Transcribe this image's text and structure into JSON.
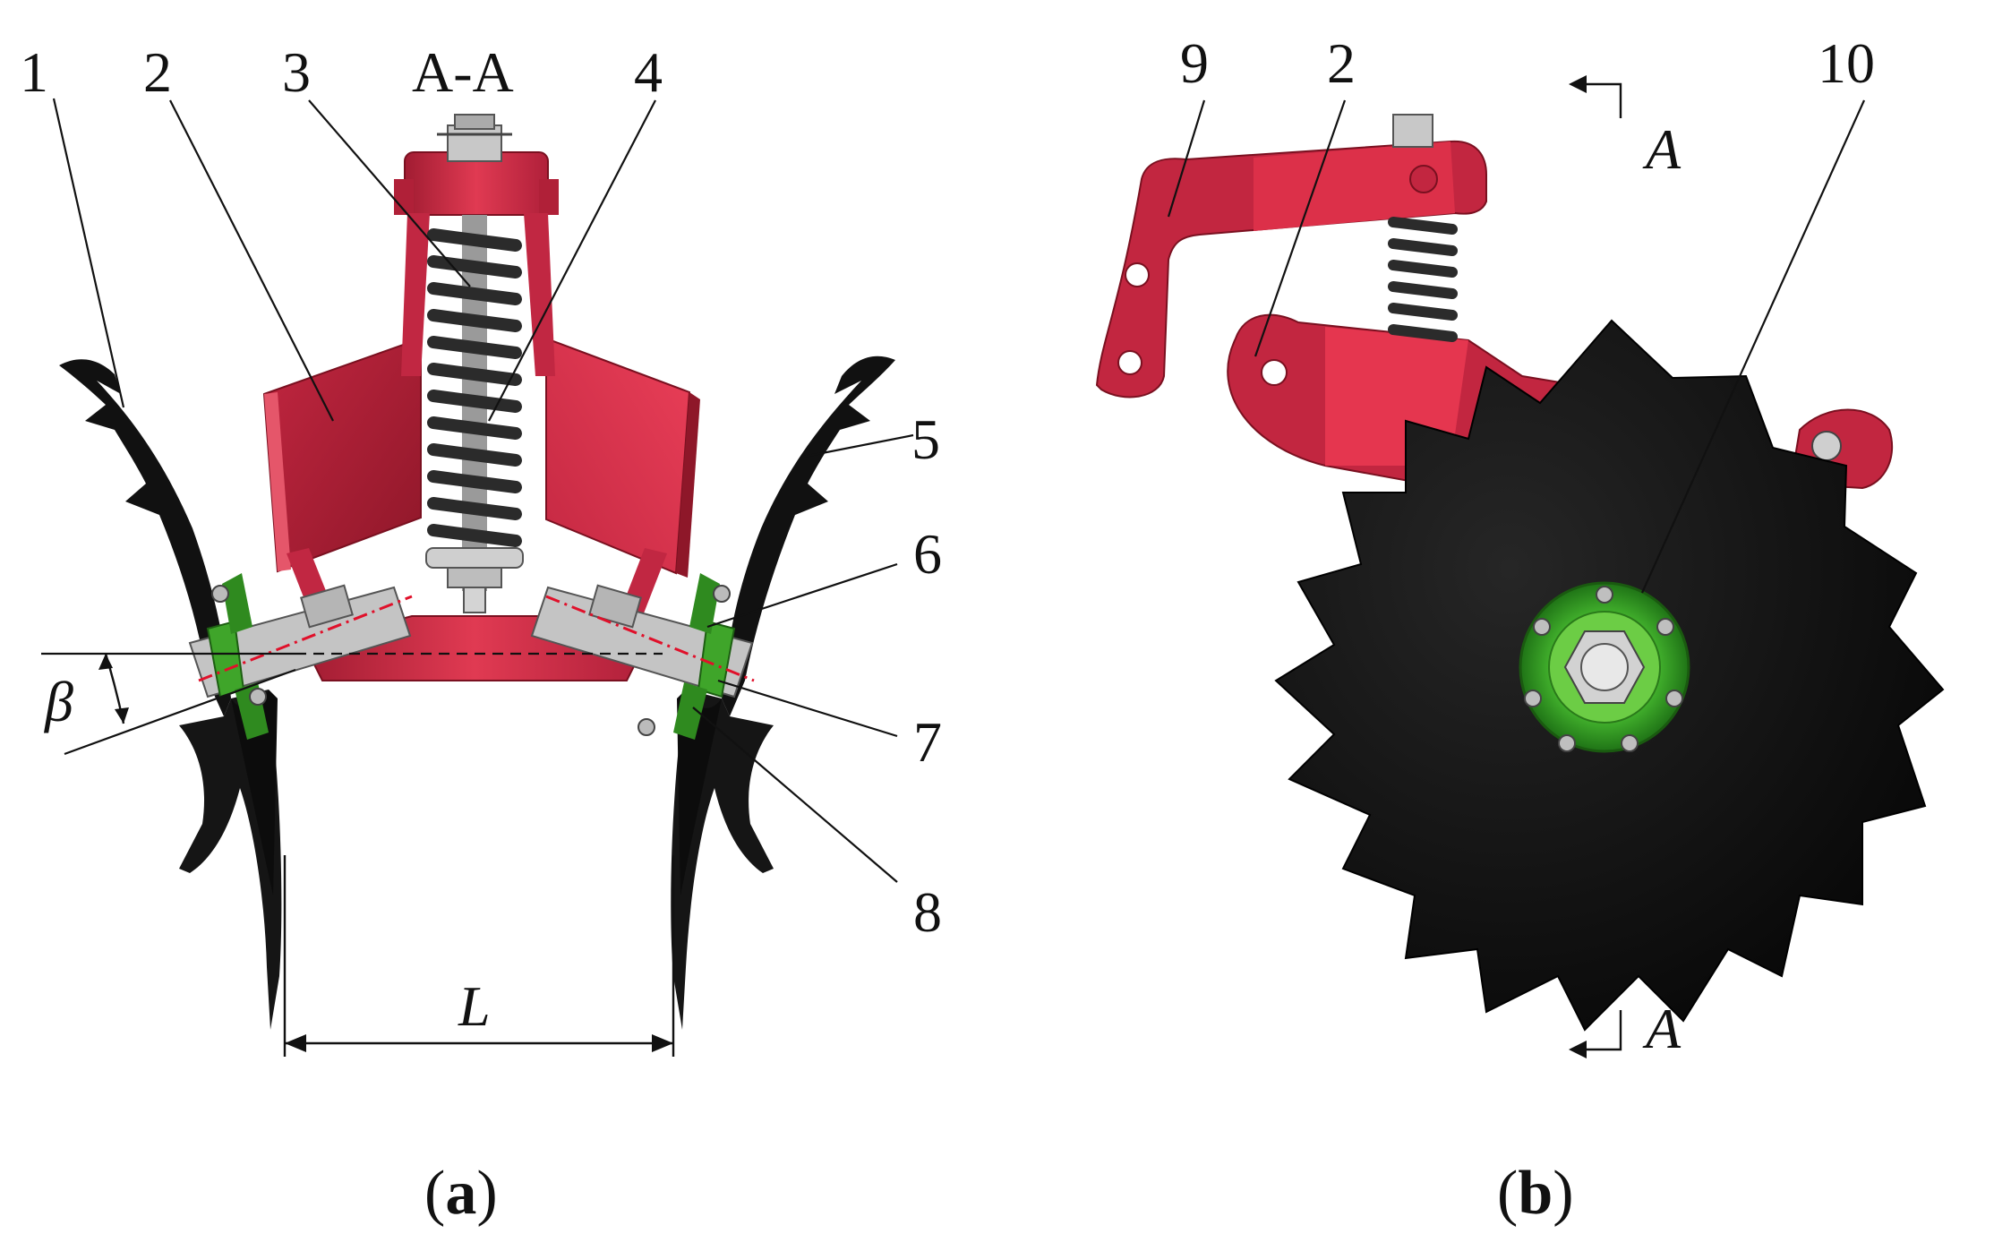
{
  "figure": {
    "panel_a": {
      "section_title": "A-A",
      "part_labels": [
        "1",
        "2",
        "3",
        "4",
        "5",
        "6",
        "7",
        "8"
      ],
      "angle_symbol": "β",
      "width_symbol": "L",
      "caption_open": "(",
      "caption_letter": "a",
      "caption_close": ")"
    },
    "panel_b": {
      "part_labels": [
        "9",
        "2",
        "10"
      ],
      "section_marker": "A",
      "caption_open": "(",
      "caption_letter": "b",
      "caption_close": ")"
    },
    "colors": {
      "frame_red": "#d42a45",
      "frame_red_dark": "#a11c32",
      "disc_black": "#0d0d0d",
      "hub_green": "#3fa52a",
      "spring_dark": "#2b2b2b",
      "metal_gray": "#c4c4c4",
      "axis_red_dashed": "#e0102a"
    }
  }
}
